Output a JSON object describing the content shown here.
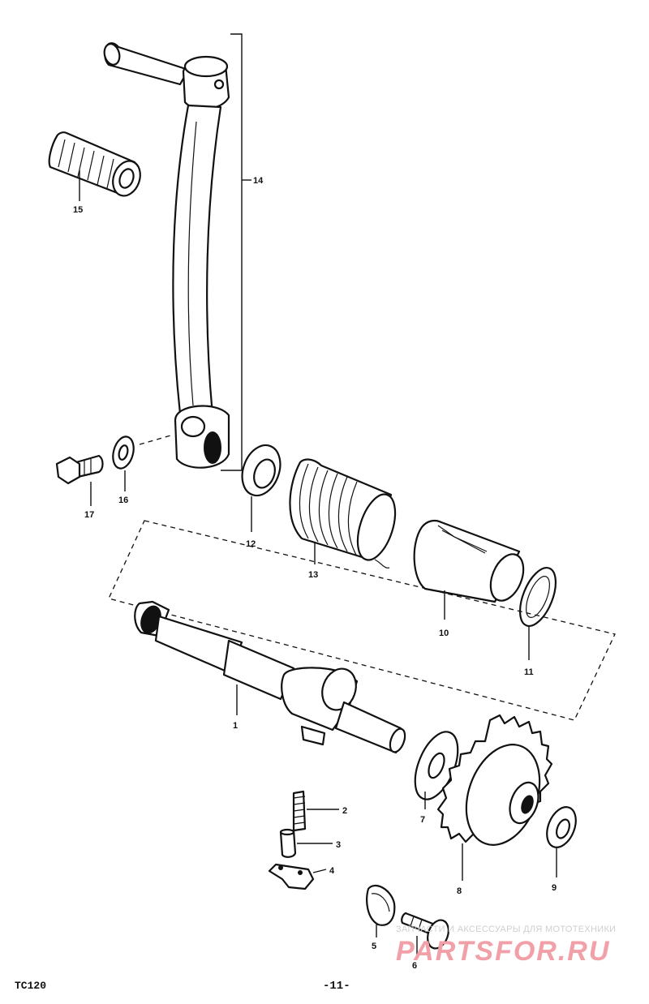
{
  "callouts": {
    "c1": "1",
    "c2": "2",
    "c3": "3",
    "c4": "4",
    "c5": "5",
    "c6": "6",
    "c7": "7",
    "c8": "8",
    "c9": "9",
    "c10": "10",
    "c11": "11",
    "c12": "12",
    "c13": "13",
    "c14": "14",
    "c15": "15",
    "c16": "16",
    "c17": "17"
  },
  "footer": {
    "code": "TC120",
    "page": "-11-"
  },
  "watermark": {
    "tagline": "ЗАПЧАСТИ И АКСЕССУАРЫ ДЛЯ МОТОТЕХНИКИ",
    "logo": "PARTSFOR.RU"
  },
  "colors": {
    "ink": "#111111",
    "paper": "#ffffff",
    "watermark_logo": "#f2a0a8",
    "watermark_text": "#cfcfcf"
  }
}
